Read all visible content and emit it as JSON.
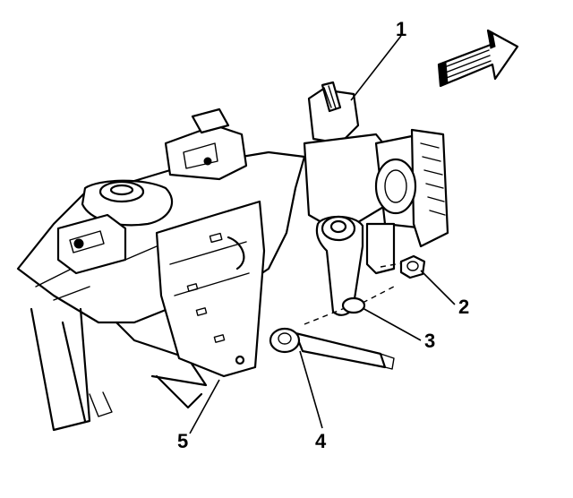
{
  "callouts": [
    {
      "id": "1",
      "label": "1"
    },
    {
      "id": "2",
      "label": "2"
    },
    {
      "id": "3",
      "label": "3"
    },
    {
      "id": "4",
      "label": "4"
    },
    {
      "id": "5",
      "label": "5"
    }
  ],
  "colors": {
    "line": "#000000",
    "background": "#ffffff"
  },
  "icons": {
    "direction": "forward-arrow-icon"
  }
}
